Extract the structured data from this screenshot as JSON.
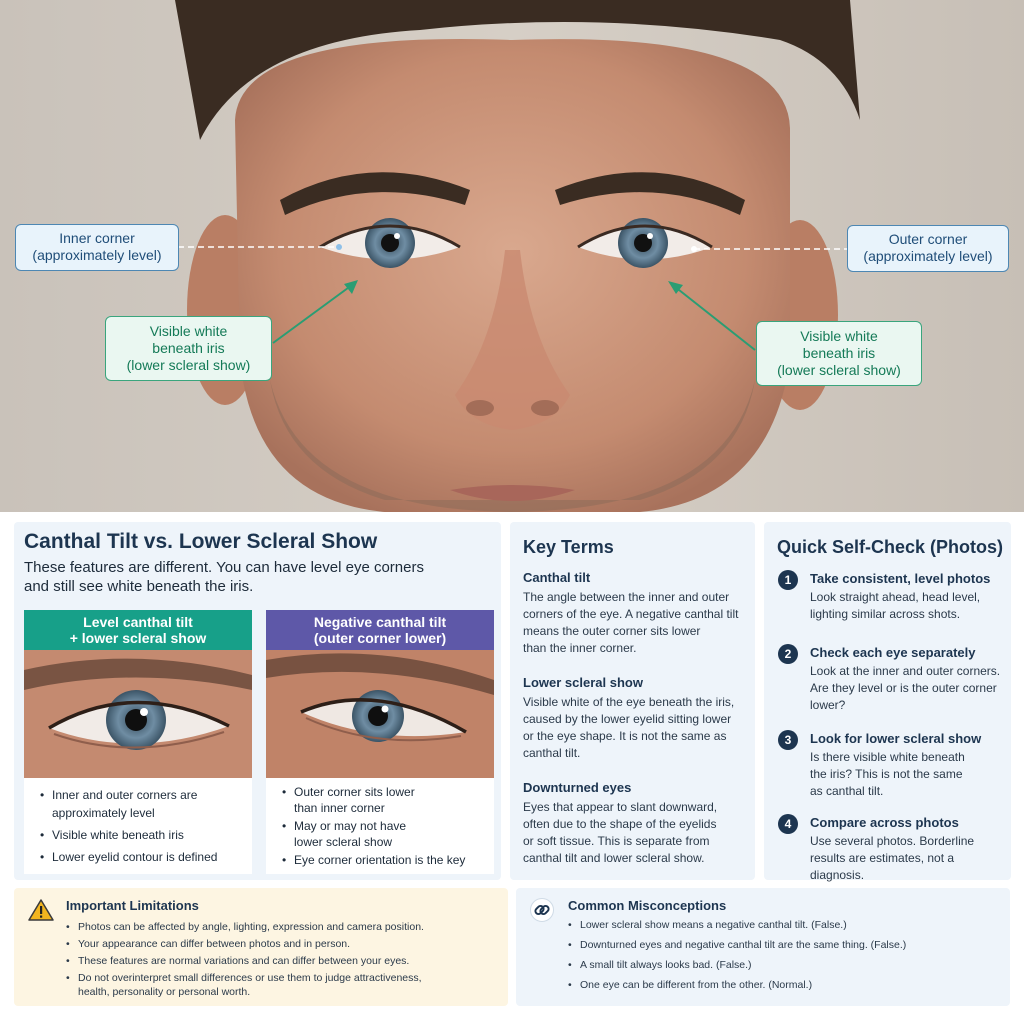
{
  "callouts": {
    "inner_corner": [
      "Inner corner",
      "(approximately level)"
    ],
    "outer_corner": [
      "Outer corner",
      "(approximately level)"
    ],
    "white_left": [
      "Visible white",
      "beneath iris",
      "(lower scleral show)"
    ],
    "white_right": [
      "Visible white",
      "beneath iris",
      "(lower scleral show)"
    ]
  },
  "intro": {
    "title": "Canthal Tilt vs. Lower Scleral Show",
    "lines": [
      "These features are different. You can have level eye corners",
      "and still see white beneath the iris."
    ]
  },
  "comparisons": [
    {
      "header": [
        "Level canthal tilt",
        "+ lower scleral show"
      ],
      "color": "#17a089",
      "points": [
        [
          "Inner and outer corners are",
          "approximately level"
        ],
        [
          "Visible white beneath iris"
        ],
        [
          "Lower eyelid contour is defined"
        ]
      ]
    },
    {
      "header": [
        "Negative canthal tilt",
        "(outer corner lower)"
      ],
      "color": "#5e58a8",
      "points": [
        [
          "Outer corner sits lower",
          "than inner corner"
        ],
        [
          "May or may not have",
          "lower scleral show"
        ],
        [
          "Eye corner orientation is the key"
        ]
      ]
    }
  ],
  "key_terms": {
    "title": "Key Terms",
    "items": [
      {
        "term": "Canthal tilt",
        "lines": [
          "The angle between the inner and outer",
          "corners of the eye. A negative canthal tilt",
          "means the outer corner sits lower",
          "than the inner corner."
        ]
      },
      {
        "term": "Lower scleral show",
        "lines": [
          "Visible white of the eye beneath the iris,",
          "caused by the lower eyelid sitting lower",
          "or the eye shape. It is not the same as",
          "canthal tilt."
        ]
      },
      {
        "term": "Downturned eyes",
        "lines": [
          "Eyes that appear to slant downward,",
          "often due to the shape of the eyelids",
          "or soft tissue. This is separate from",
          "canthal tilt and lower scleral show."
        ]
      }
    ]
  },
  "self_check": {
    "title": "Quick Self-Check (Photos)",
    "steps": [
      {
        "num": "1",
        "title": "Take consistent, level photos",
        "lines": [
          "Look straight ahead, head level,",
          "lighting similar across shots."
        ]
      },
      {
        "num": "2",
        "title": "Check each eye separately",
        "lines": [
          "Look at the inner and outer corners.",
          "Are they level or is the outer corner",
          "lower?"
        ]
      },
      {
        "num": "3",
        "title": "Look for lower scleral show",
        "lines": [
          "Is there visible white beneath",
          "the iris? This is not the same",
          "as canthal tilt."
        ]
      },
      {
        "num": "4",
        "title": "Compare across photos",
        "lines": [
          "Use several photos. Borderline",
          "results are estimates, not a diagnosis."
        ]
      }
    ]
  },
  "limitations": {
    "title": "Important Limitations",
    "icon": "warning-icon",
    "items": [
      [
        "Photos can be affected by angle, lighting, expression and camera position."
      ],
      [
        "Your appearance can differ between photos and in person."
      ],
      [
        "These features are normal variations and can differ between your eyes."
      ],
      [
        "Do not overinterpret small differences or use them to judge attractiveness,",
        "health, personality or personal worth."
      ]
    ]
  },
  "misconceptions": {
    "title": "Common Misconceptions",
    "icon": "link-icon",
    "items": [
      "Lower scleral show means a negative canthal tilt. (False.)",
      "Downturned eyes and negative canthal tilt are the same thing. (False.)",
      "A small tilt always looks bad. (False.)",
      "One eye can be different from the other. (Normal.)"
    ]
  },
  "colors": {
    "accent_blue": "#4d87b3",
    "accent_green": "#3aa57d",
    "warning_bg": "#fdf5e2",
    "info_bg": "#eef4fa"
  }
}
